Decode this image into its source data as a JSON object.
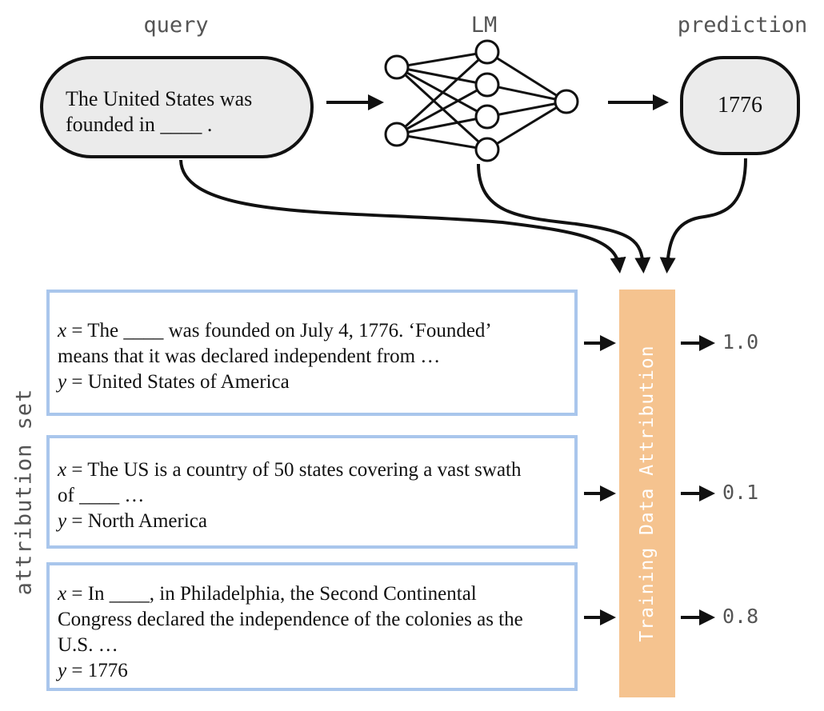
{
  "labels": {
    "query": "query",
    "lm": "LM",
    "prediction": "prediction",
    "attribution_set": "attribution set",
    "tda": "Training Data Attribution"
  },
  "query_text": {
    "line1": "The United States was",
    "line2": "founded in ____ ."
  },
  "prediction_text": "1776",
  "examples": [
    {
      "x_lines": [
        "The ____ was founded on July 4, 1776. ‘Founded’",
        "means that it was declared independent from …"
      ],
      "y": "United States of America",
      "score": "1.0"
    },
    {
      "x_lines": [
        "The US is a country of 50 states covering a vast swath",
        "of ____ …"
      ],
      "y": "North America",
      "score": "0.1"
    },
    {
      "x_lines": [
        "In ____, in Philadelphia, the Second Continental",
        "Congress declared the independence of the colonies as the",
        "U.S. …"
      ],
      "y": "1776",
      "score": "0.8"
    }
  ],
  "symbols": {
    "x": "x",
    "y": "y",
    "eq": " = "
  },
  "colors": {
    "box_border": "#a9c6ec",
    "tda_bar": "#f5c38f",
    "bubble_fill": "#ebebeb",
    "label_gray": "#555555"
  },
  "icons": [
    "neural-network-icon",
    "arrow-right-icon"
  ]
}
